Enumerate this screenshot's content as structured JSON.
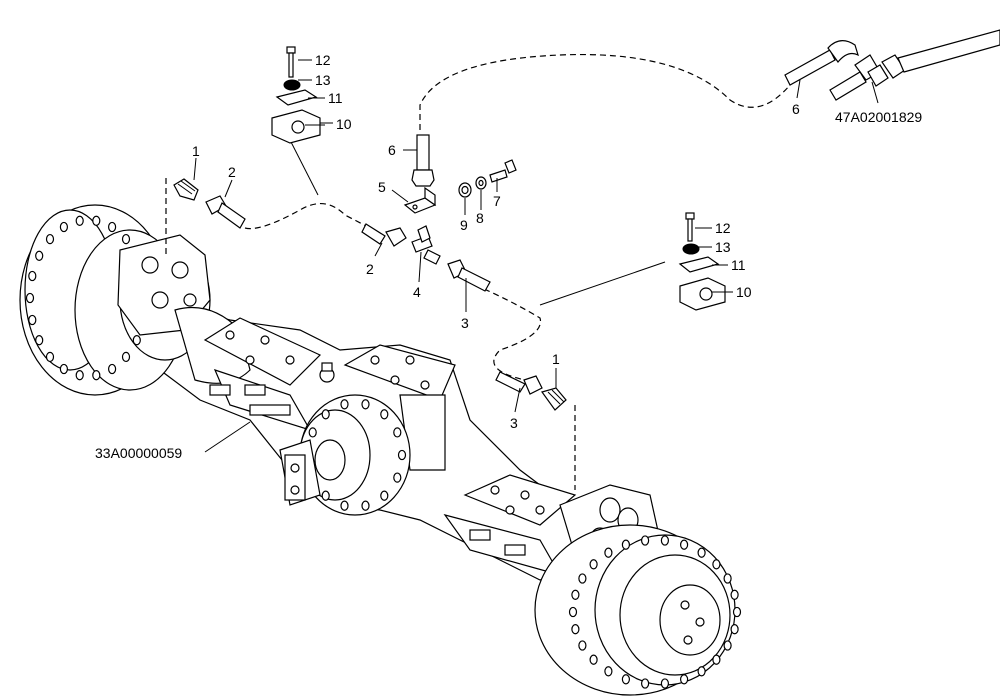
{
  "callouts": {
    "c1a": "1",
    "c1b": "1",
    "c2a": "2",
    "c2b": "2",
    "c3a": "3",
    "c3b": "3",
    "c5": "5",
    "c6a": "6",
    "c6b": "6",
    "c7": "7",
    "c8": "8",
    "c9": "9",
    "c10a": "10",
    "c10b": "10",
    "c11a": "11",
    "c11b": "11",
    "c12a": "12",
    "c12b": "12",
    "c13a": "13",
    "c13b": "13",
    "c4": "4",
    "axle_ref": "33A00000059",
    "pipe_ref": "47A02001829"
  }
}
